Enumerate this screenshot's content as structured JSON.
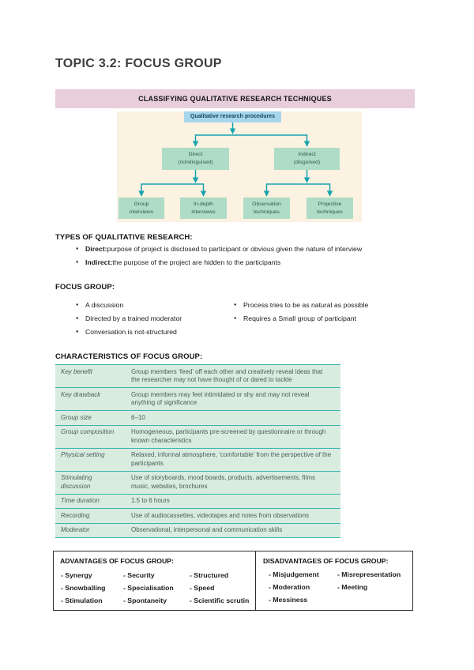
{
  "title": "TOPIC 3.2: FOCUS GROUP",
  "banner": "CLASSIFYING QUALITATIVE RESEARCH TECHNIQUES",
  "flowchart": {
    "root": "Qualitative research procedures",
    "level2": [
      {
        "line1": "Direct",
        "line2": "(nondisguised)"
      },
      {
        "line1": "Indirect",
        "line2": "(disguised)"
      }
    ],
    "level3": [
      {
        "line1": "Group",
        "line2": "interviews"
      },
      {
        "line1": "In-depth",
        "line2": "interviews"
      },
      {
        "line1": "Observation",
        "line2": "techniques"
      },
      {
        "line1": "Projective",
        "line2": "techniques"
      }
    ]
  },
  "types_section": {
    "heading": "TYPES OF QUALITATIVE RESEARCH:",
    "items": [
      {
        "term": "Direct:",
        "text": " purpose of project is disclosed to participant or obvious given the nature of interview"
      },
      {
        "term": "Indirect:",
        "text": " the purpose of the project are hidden to the participants"
      }
    ]
  },
  "focus_section": {
    "heading": "FOCUS GROUP:",
    "left_items": [
      "A discussion",
      "Directed by a trained moderator",
      "Conversation is not-structured"
    ],
    "right_items": [
      "Process tries to be as natural as possible",
      "Requires a Small group of participant"
    ]
  },
  "characteristics": {
    "heading": "CHARACTERISTICS OF FOCUS GROUP:",
    "rows": [
      {
        "label": "Key benefit",
        "value": "Group members ‘feed’ off each other and creatively reveal ideas that the researcher may not have thought of or dared to tackle"
      },
      {
        "label": "Key drawback",
        "value": "Group members may feel intimidated or shy and may not reveal anything of significance"
      },
      {
        "label": "Group size",
        "value": "6–10"
      },
      {
        "label": "Group composition",
        "value": "Homogeneous, participants pre-screened by questionnaire or through known characteristics"
      },
      {
        "label": "Physical setting",
        "value": "Relaxed, informal atmosphere, ‘comfortable’ from the perspective of the participants"
      },
      {
        "label": "Stimulating discussion",
        "value": "Use of storyboards, mood boards, products, advertisements, films music, websites, brochures"
      },
      {
        "label": "Time duration",
        "value": "1.5 to 6 hours"
      },
      {
        "label": "Recording",
        "value": "Use of audiocassettes, videotapes and notes from observations"
      },
      {
        "label": "Moderator",
        "value": "Observational, interpersonal and communication skills"
      }
    ]
  },
  "advantages": {
    "heading": "ADVANTAGES OF FOCUS GROUP:",
    "columns": [
      [
        "- Synergy",
        "- Snowballing",
        "- Stimulation"
      ],
      [
        "- Security",
        "- Specialisation",
        "- Spontaneity"
      ],
      [
        "- Structured",
        "- Speed",
        "- Scientific scrutin"
      ]
    ]
  },
  "disadvantages": {
    "heading": "DISADVANTAGES OF FOCUS GROUP:",
    "columns": [
      [
        "- Misjudgement",
        "- Moderation",
        "- Messiness"
      ],
      [
        "- Misrepresentation",
        "- Meeting"
      ]
    ]
  },
  "colors": {
    "banner_pink": "#e8cedb",
    "flowchart_background": "#fcf2e2",
    "flowchart_node_green": "#aedcc6",
    "flowchart_node_blue": "#a6d6ec",
    "flowchart_arrow_teal": "#14a3ae",
    "table_green": "#d8ecdf",
    "table_divider_teal": "#3ab5ae"
  }
}
